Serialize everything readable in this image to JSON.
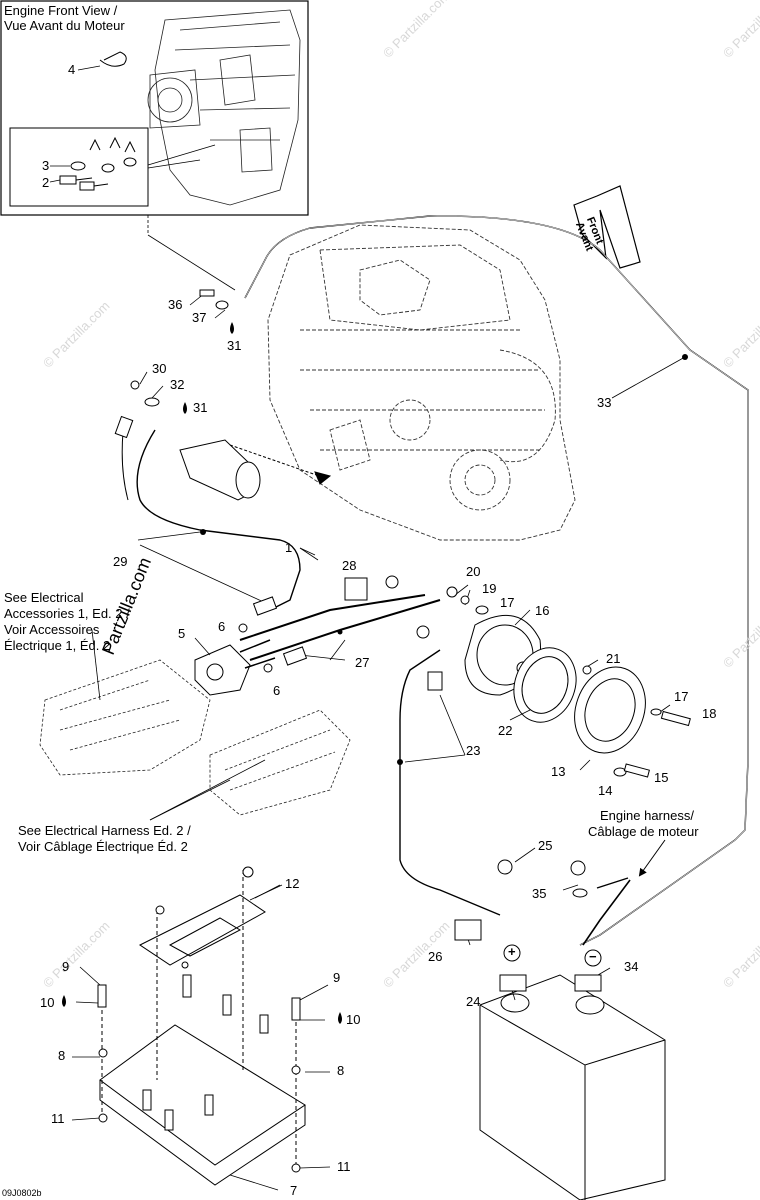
{
  "inset": {
    "title_line1": "Engine Front View /",
    "title_line2": "Vue Avant du Moteur"
  },
  "front_arrow": {
    "line1": "Front",
    "line2": "Avant"
  },
  "notes": {
    "accessories_1": "See Electrical",
    "accessories_2": "Accessories 1, Ed. 2 /",
    "accessories_3": "Voir Accessoires",
    "accessories_4": "Électrique 1, Éd. 2",
    "harness_1": "See Electrical Harness Ed. 2 /",
    "harness_2": "Voir Câblage Électrique Éd. 2",
    "engine_harness_1": "Engine harness/",
    "engine_harness_2": "Câblage de moteur"
  },
  "callouts": {
    "c1": "1",
    "c2": "2",
    "c3": "3",
    "c4": "4",
    "c5": "5",
    "c6a": "6",
    "c6b": "6",
    "c7": "7",
    "c8a": "8",
    "c8b": "8",
    "c9a": "9",
    "c9b": "9",
    "c10a": "10",
    "c10b": "10",
    "c11a": "11",
    "c11b": "11",
    "c12": "12",
    "c13": "13",
    "c14": "14",
    "c15": "15",
    "c16": "16",
    "c17a": "17",
    "c17b": "17",
    "c18": "18",
    "c19": "19",
    "c20": "20",
    "c21": "21",
    "c22": "22",
    "c23": "23",
    "c24": "24",
    "c25": "25",
    "c26": "26",
    "c27": "27",
    "c28": "28",
    "c29": "29",
    "c30": "30",
    "c31a": "31",
    "c31b": "31",
    "c32": "32",
    "c33": "33",
    "c34": "34",
    "c35": "35",
    "c36": "36",
    "c37": "37"
  },
  "symbols": {
    "plus": "+",
    "minus": "−"
  },
  "watermark": {
    "main": "Partzilla.com",
    "faint": "© Partzilla.com"
  },
  "drawing_code": "09J0802b"
}
